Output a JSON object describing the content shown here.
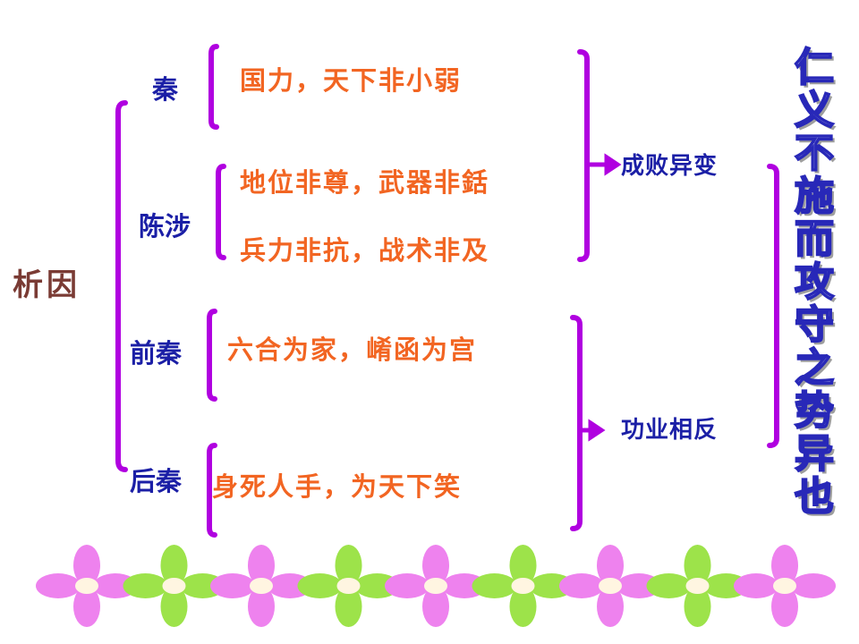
{
  "root": "析因",
  "categories": [
    {
      "label": "秦",
      "details": [
        "国力，天下非小弱"
      ]
    },
    {
      "label": "陈涉",
      "details": [
        "地位非尊，武器非銛",
        "兵力非抗，战术非及"
      ]
    },
    {
      "label": "前秦",
      "details": [
        "六合为家，崤函为宫"
      ]
    },
    {
      "label": "后秦",
      "details": [
        "身死人手，为天下笑"
      ]
    }
  ],
  "results": [
    "成败异变",
    "功业相反"
  ],
  "conclusion": "仁义不施而攻守之势异也",
  "colors": {
    "bracket": "#b000e0",
    "root_text": "#7a3b34",
    "category_text": "#1b1fa6",
    "detail_text": "#f26522",
    "conclusion_outline": "#2828b8",
    "flower_pink": "#ee82ee",
    "flower_green": "#9de34a",
    "flower_center": "#fff5e1"
  },
  "decoration": {
    "flower_colors": [
      "pink",
      "green",
      "pink",
      "green",
      "pink",
      "green",
      "pink",
      "green",
      "pink"
    ]
  }
}
